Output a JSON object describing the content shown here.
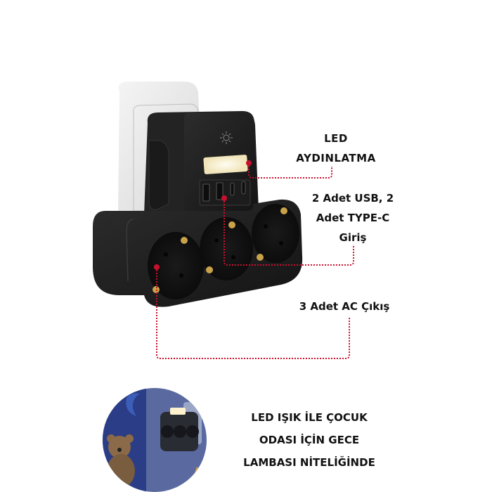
{
  "product": {
    "name": "3-way socket adapter with USB, Type-C and LED night light",
    "colors": {
      "body": "#1e1e1e",
      "wall_plate": "#e9e9e9",
      "callout_line": "#c8102e",
      "led_glow": "#fff6dc",
      "pin_gold": "#c9a24a",
      "text": "#111111"
    }
  },
  "callouts": {
    "led": {
      "line1": "LED",
      "line2": "AYDINLATMA"
    },
    "usb": {
      "line1": "2 Adet USB, 2",
      "line2": "Adet TYPE-C",
      "line3": "Giriş"
    },
    "ac": {
      "text": "3 Adet AC Çıkış"
    }
  },
  "night_light": {
    "line1": "LED IŞIK İLE ÇOCUK",
    "line2": "ODASI İÇİN GECE",
    "line3": "LAMBASI NİTELİĞİNDE"
  },
  "icons": [
    "sun-icon",
    "usb-a-port-icon",
    "usb-c-port-icon",
    "schuko-socket-icon"
  ]
}
